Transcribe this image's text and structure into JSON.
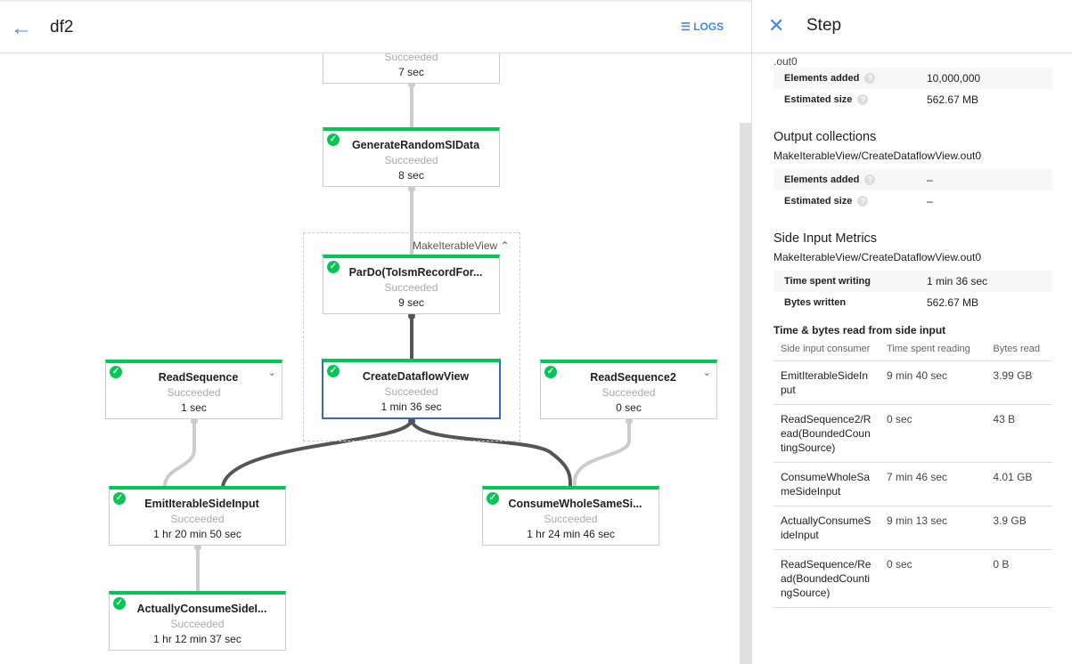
{
  "header": {
    "title": "df2",
    "logs_label": "LOGS"
  },
  "colors": {
    "success": "#00c853",
    "accent": "#4285f4",
    "selected": "#3367d6"
  },
  "graph": {
    "group_label": "MakeIterableView",
    "nodes": [
      {
        "id": "top",
        "name": "",
        "status": "Succeeded",
        "time": "7 sec"
      },
      {
        "id": "gen",
        "name": "GenerateRandomSIData",
        "status": "Succeeded",
        "time": "8 sec"
      },
      {
        "id": "pardo",
        "name": "ParDo(ToIsmRecordFor...",
        "status": "Succeeded",
        "time": "9 sec"
      },
      {
        "id": "cdv",
        "name": "CreateDataflowView",
        "status": "Succeeded",
        "time": "1 min 36 sec"
      },
      {
        "id": "rs",
        "name": "ReadSequence",
        "status": "Succeeded",
        "time": "1 sec"
      },
      {
        "id": "rs2",
        "name": "ReadSequence2",
        "status": "Succeeded",
        "time": "0 sec"
      },
      {
        "id": "emit",
        "name": "EmitIterableSideInput",
        "status": "Succeeded",
        "time": "1 hr 20 min 50 sec"
      },
      {
        "id": "cws",
        "name": "ConsumeWholeSameSi...",
        "status": "Succeeded",
        "time": "1 hr 24 min 46 sec"
      },
      {
        "id": "acs",
        "name": "ActuallyConsumeSideI...",
        "status": "Succeeded",
        "time": "1 hr 12 min 37 sec"
      }
    ]
  },
  "panel": {
    "title": "Step",
    "clipped_text": ".out0",
    "input_metrics": [
      {
        "k": "Elements added",
        "v": "10,000,000"
      },
      {
        "k": "Estimated size",
        "v": "562.67 MB"
      }
    ],
    "output_title": "Output collections",
    "output_name": "MakeIterableView/CreateDataflowView.out0",
    "output_metrics": [
      {
        "k": "Elements added",
        "v": "–"
      },
      {
        "k": "Estimated size",
        "v": "–"
      }
    ],
    "side_title": "Side Input Metrics",
    "side_name": "MakeIterableView/CreateDataflowView.out0",
    "side_metrics": [
      {
        "k": "Time spent writing",
        "v": "1 min 36 sec"
      },
      {
        "k": "Bytes written",
        "v": "562.67 MB"
      }
    ],
    "read_title": "Time & bytes read from side input",
    "read_headers": [
      "Side input consumer",
      "Time spent reading",
      "Bytes read"
    ],
    "read_rows": [
      [
        "EmitIterableSideInput",
        "9 min 40 sec",
        "3.99 GB"
      ],
      [
        "ReadSequence2/Read(BoundedCountingSource)",
        "0 sec",
        "43 B"
      ],
      [
        "ConsumeWholeSameSideInput",
        "7 min 46 sec",
        "4.01 GB"
      ],
      [
        "ActuallyConsumeSideInput",
        "9 min 13 sec",
        "3.9 GB"
      ],
      [
        "ReadSequence/Read(BoundedCountingSource)",
        "0 sec",
        "0 B"
      ]
    ]
  }
}
